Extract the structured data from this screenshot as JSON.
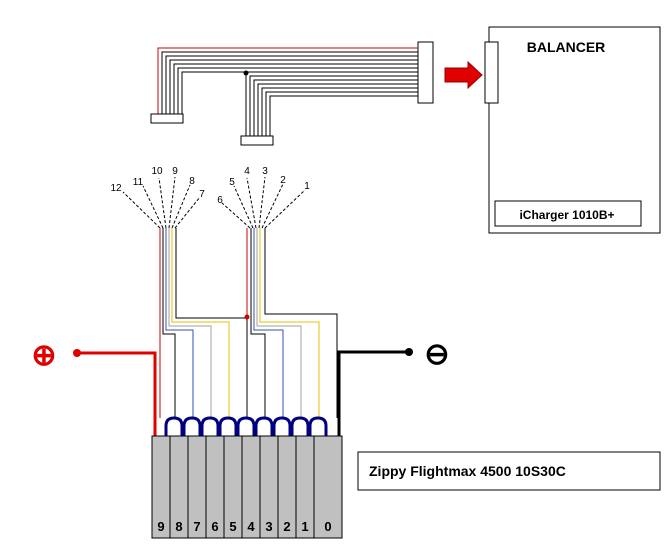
{
  "balancer": {
    "title": "BALANCER",
    "model": "iCharger 1010B+"
  },
  "battery": {
    "label": "Zippy Flightmax 4500 10S30C",
    "cells": [
      "9",
      "8",
      "7",
      "6",
      "5",
      "4",
      "3",
      "2",
      "1",
      "0"
    ]
  },
  "terminals": {
    "positive_symbol": "⊕",
    "negative_symbol": "⊖"
  },
  "pins_left": [
    "12",
    "11",
    "10",
    "9",
    "8",
    "7"
  ],
  "pins_right": [
    "6",
    "5",
    "4",
    "3",
    "2",
    "1"
  ],
  "colors": {
    "positive": "#e00000",
    "negative": "#000000",
    "arrow": "#e00000",
    "cell_fill": "#c0c0c0",
    "interconnect": "#000080",
    "wire_red": "#d00000",
    "wire_blue": "#3050b0",
    "wire_gray": "#a0a0a0",
    "wire_yellow": "#e8c000"
  }
}
